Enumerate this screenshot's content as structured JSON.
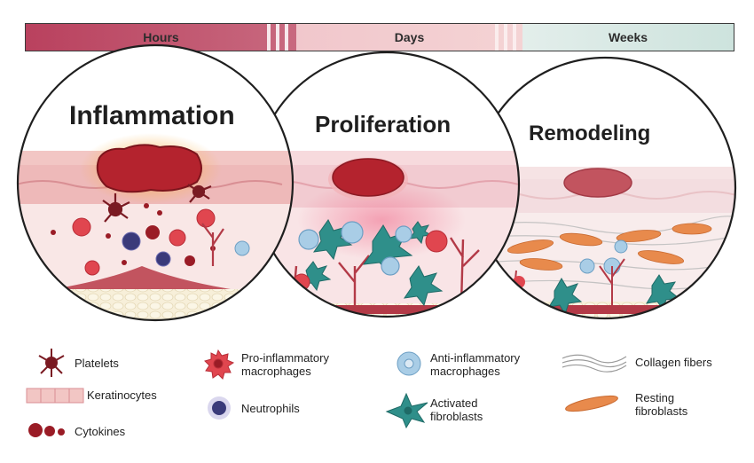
{
  "timeline": {
    "hours": "Hours",
    "days": "Days",
    "weeks": "Weeks"
  },
  "phases": {
    "inflammation": "Inflammation",
    "proliferation": "Proliferation",
    "remodeling": "Remodeling"
  },
  "legend": {
    "platelets": "Platelets",
    "keratinocytes": "Keratinocytes",
    "cytokines": "Cytokines",
    "pro_inflammatory_1": "Pro-inflammatory",
    "pro_inflammatory_2": "macrophages",
    "neutrophils": "Neutrophils",
    "anti_inflammatory_1": "Anti-inflammatory",
    "anti_inflammatory_2": "macrophages",
    "activated_fibroblasts_1": "Activated",
    "activated_fibroblasts_2": "fibroblasts",
    "collagen_fibers": "Collagen fibers",
    "resting_fibroblasts_1": "Resting",
    "resting_fibroblasts_2": "fibroblasts"
  },
  "colors": {
    "hours": "#b9415e",
    "days": "#f2cdd0",
    "weeks": "#d5e8e2",
    "pro_macrophage": "#e0464f",
    "anti_macrophage": "#a9cde6",
    "fibroblast": "#2f8f8a",
    "resting_fibroblast": "#e88a4c",
    "platelet": "#7a1a22"
  }
}
